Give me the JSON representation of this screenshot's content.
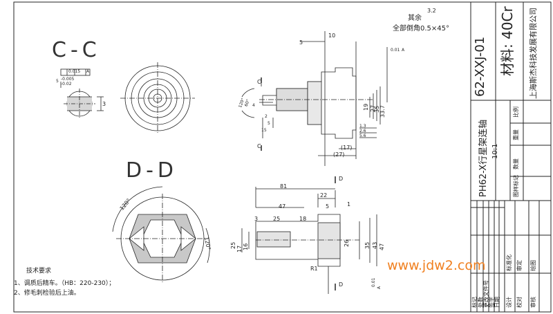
{
  "section_views": {
    "cc_label": "C-C",
    "dd_label": "D-D",
    "cc_tolerance": "0.015",
    "cc_datum": "A",
    "cc_dim_width": "5",
    "cc_dim_tol_upper": "-0.005",
    "cc_dim_tol_lower": "-0.02",
    "cc_dim_depth": "3",
    "dd_angle_a": "120°",
    "dd_angle_b": "120°"
  },
  "notes": {
    "other_roughness_prefix": "其余",
    "roughness_value": "3.2",
    "chamfer_note": "全部倒角0.5×45°",
    "tech_title": "技术要求",
    "tech_items": [
      "1、调质后精车。（HB：220-230）；",
      "2、修毛刺检验后上油。"
    ]
  },
  "upper_view": {
    "section_mark": "C",
    "dims": [
      "10",
      "5",
      "0.01",
      "A",
      "120°",
      "60°",
      "4",
      "2",
      "5",
      "15",
      "19",
      "27",
      "35",
      "33.7",
      "1.3",
      "2.6",
      "5.6",
      "(17)",
      "(27)"
    ]
  },
  "lower_view": {
    "section_mark": "D",
    "dims": [
      "81",
      "22",
      "47",
      "5",
      "1",
      "25",
      "18",
      "3",
      "26",
      "25",
      "17",
      "16",
      "35",
      "43",
      "47",
      "R1",
      "0.01",
      "A"
    ]
  },
  "title_block": {
    "drawing_number": "62-XXJ-01",
    "material": "材料: 40Cr",
    "company": "上海斯杰科技发展有限公司",
    "part_name": "PH62-X行星架连轴",
    "scale_value": "10:1",
    "col_labels": [
      "比例",
      "重量",
      "数量",
      "图样标记"
    ],
    "row_labels": [
      "标记",
      "处数",
      "更改文件号",
      "签字",
      "日期"
    ],
    "sign_labels": [
      "设计",
      "校对",
      "审核",
      "标准化",
      "审定",
      "绘图"
    ]
  },
  "watermark": "www.jdw2.com"
}
